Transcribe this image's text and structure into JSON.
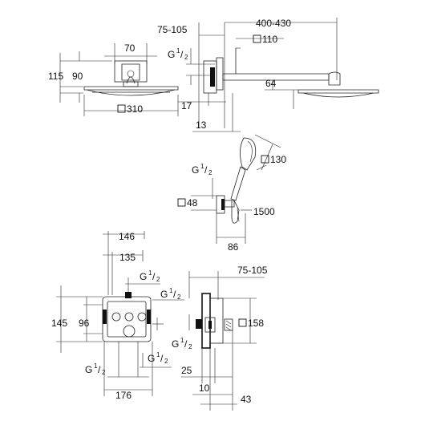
{
  "colors": {
    "line": "#222222",
    "background": "#ffffff",
    "accent": "#888888"
  },
  "headshower_front": {
    "width_label": "70",
    "height_total": "115",
    "height_inner": "90",
    "diameter": "310"
  },
  "headshower_side": {
    "wall_range": "75-105",
    "arm_length": "400-430",
    "plate_size": "110",
    "thread": "G",
    "thread_sup": "1",
    "thread_sub": "2",
    "arm_drop": "64",
    "depth_17": "17",
    "depth_13": "13"
  },
  "handshower": {
    "head_size": "130",
    "thread": "G",
    "thread_sup": "1",
    "thread_sub": "2",
    "bracket": "48",
    "hose": "1500",
    "projection": "86"
  },
  "thermostat_front": {
    "width_146": "146",
    "width_135": "135",
    "height_145": "145",
    "height_96": "96",
    "width_176": "176",
    "thread": "G",
    "thread_sup": "1",
    "thread_sub": "2"
  },
  "thermostat_side": {
    "wall_range": "75-105",
    "square": "158",
    "depth_25": "25",
    "depth_10": "10",
    "depth_43": "43",
    "thread": "G",
    "thread_sup": "1",
    "thread_sub": "2"
  }
}
